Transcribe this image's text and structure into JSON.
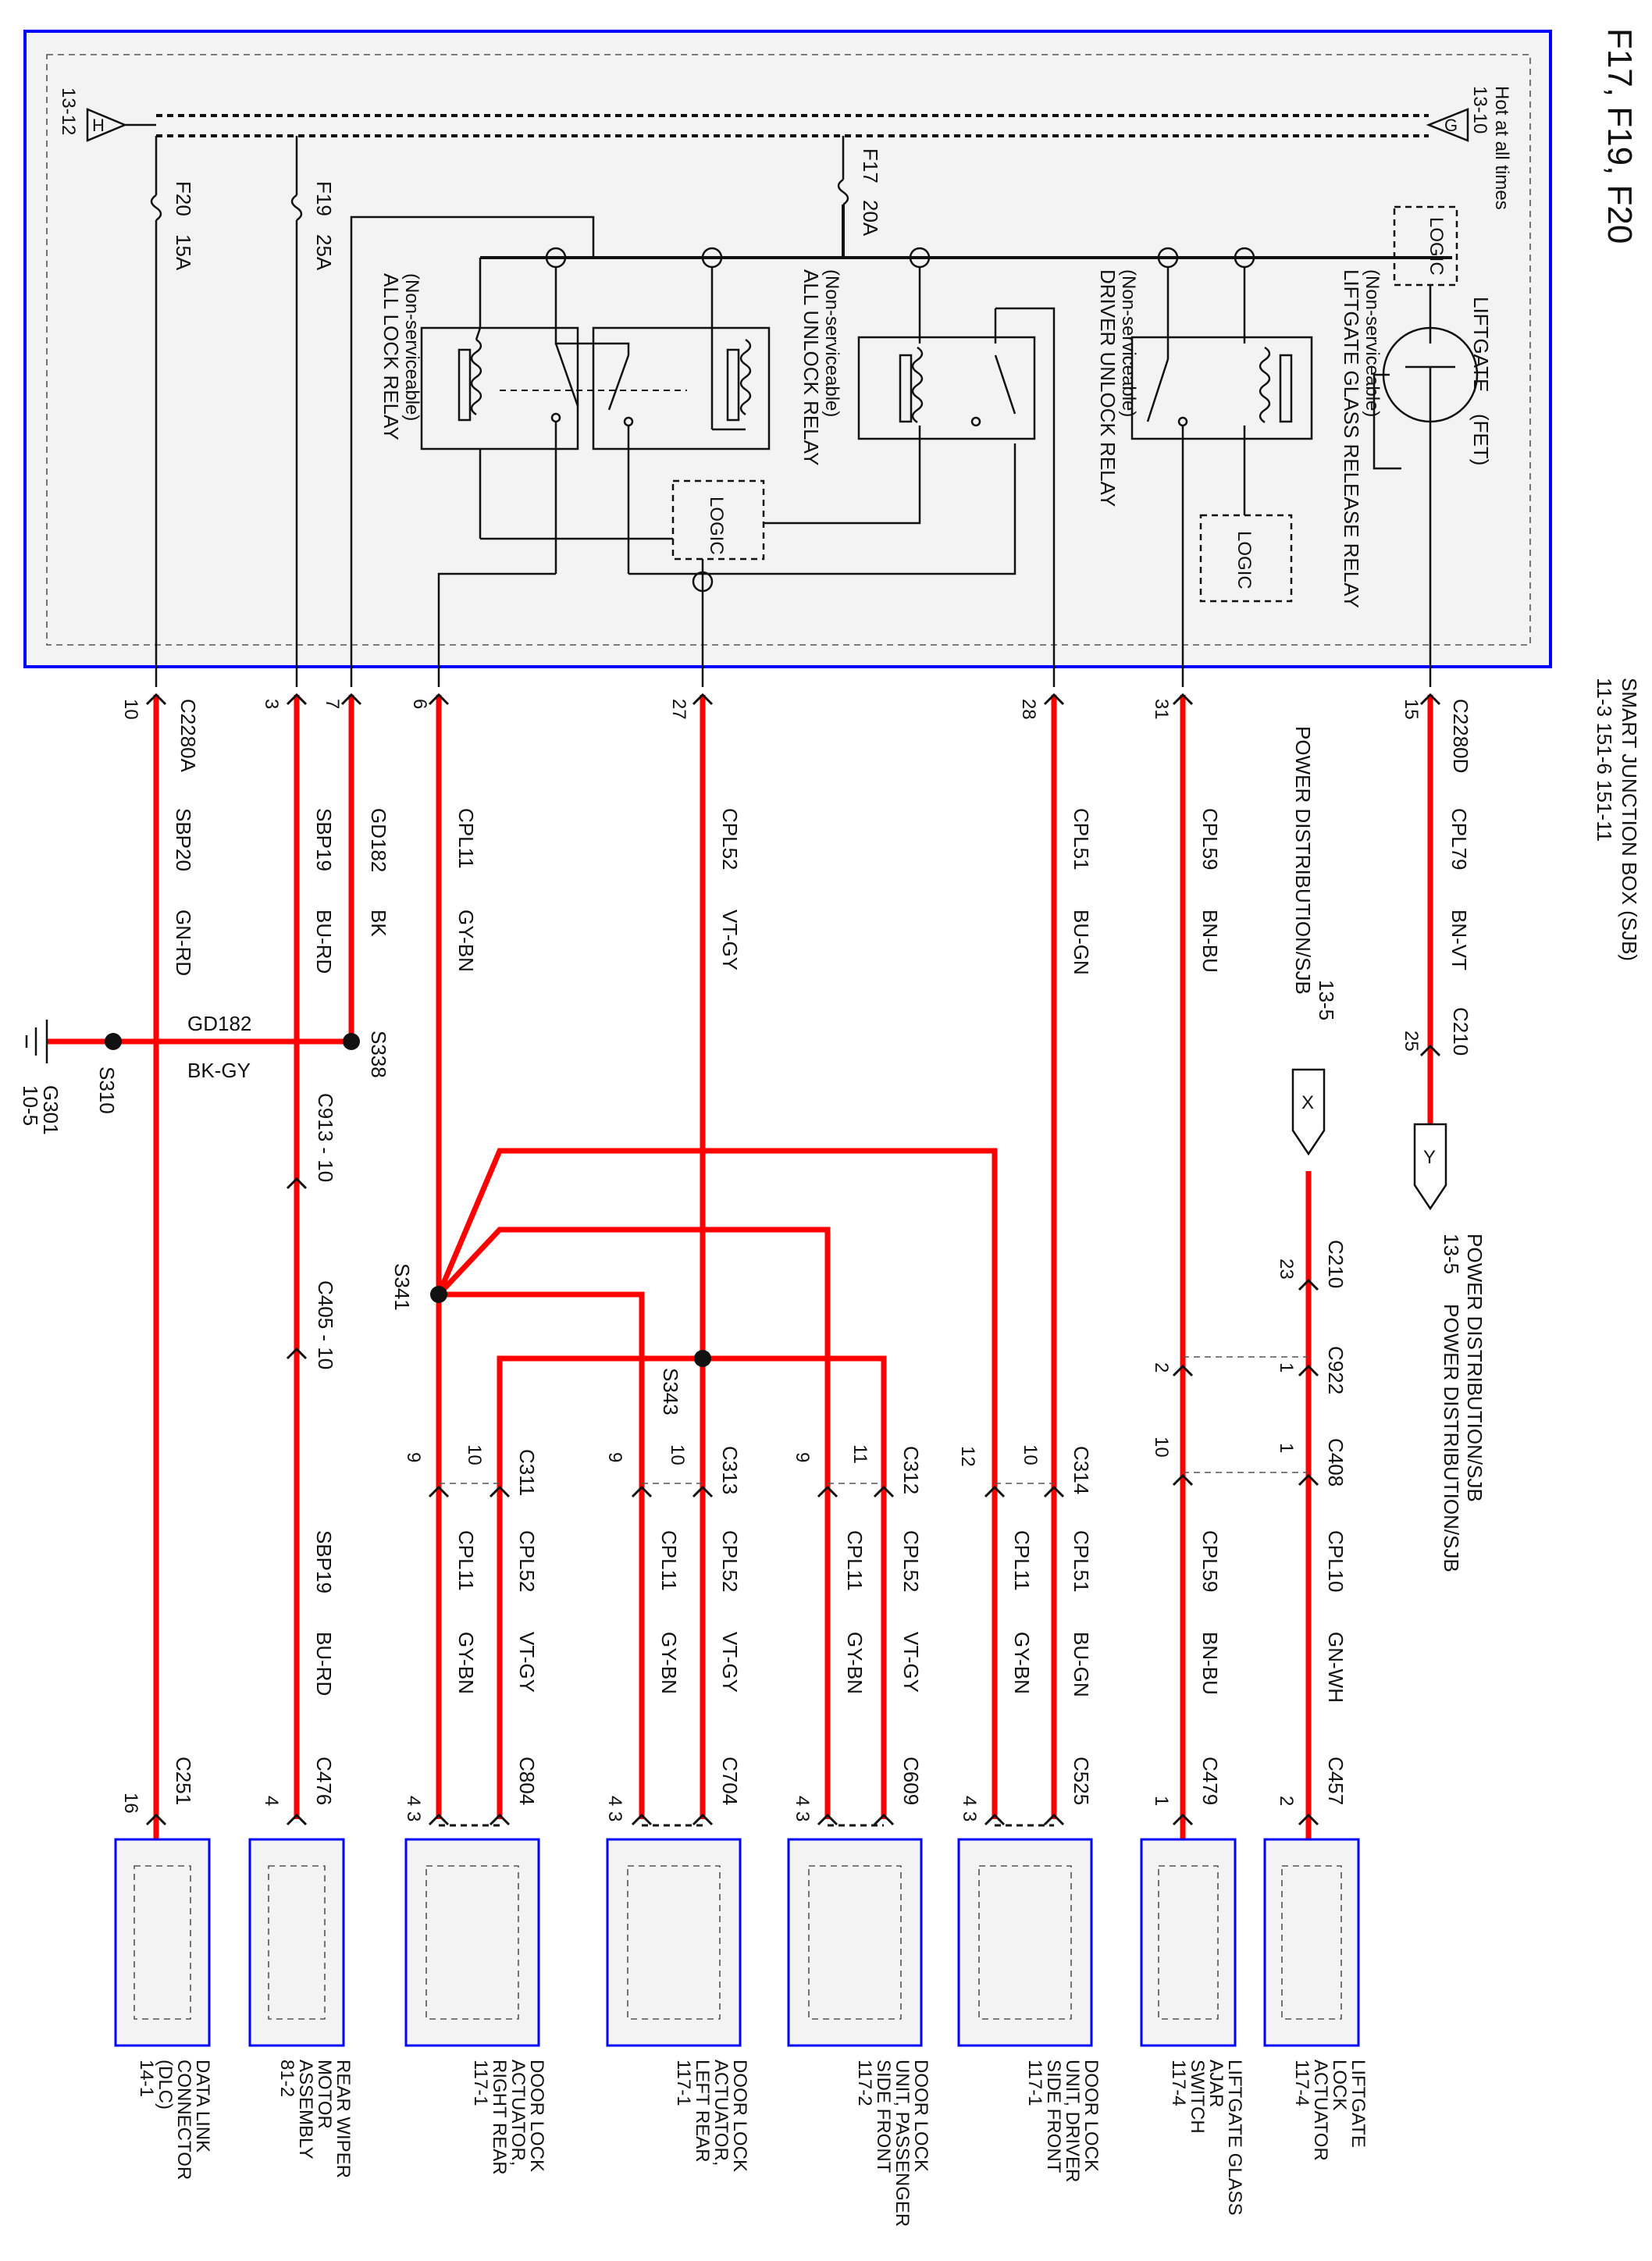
{
  "page_title": "F17, F19, F20",
  "colors": {
    "wire": "#ff0000",
    "box_border": "#0000ff",
    "box_fill": "#f3f3f3",
    "ink": "#111111"
  },
  "sjb": {
    "label": "SMART JUNCTION BOX (SJB)",
    "refs": "11-3 151-6  151-11",
    "hot_label": "Hot at all times",
    "hot_ref": "13-10",
    "hot_letter": "G",
    "end_ref": "13-12",
    "end_letter": "H",
    "connector_a": "C2280A",
    "connector_d": "C2280D"
  },
  "fuses": [
    {
      "id": "F20",
      "amps": "15A"
    },
    {
      "id": "F19",
      "amps": "25A"
    },
    {
      "id": "F17",
      "amps": "20A"
    }
  ],
  "relays": {
    "liftgate_glass": {
      "line1": "LIFTGATE GLASS RELEASE RELAY",
      "line2": "(Non-serviceable)"
    },
    "driver_unlock": {
      "line1": "DRIVER UNLOCK RELAY",
      "line2": "(Non-serviceable)"
    },
    "all_unlock": {
      "line1": "ALL UNLOCK RELAY",
      "line2": "(Non-serviceable)"
    },
    "all_lock": {
      "line1": "ALL LOCK RELAY",
      "line2": "(Non-serviceable)"
    }
  },
  "fet": {
    "line1": "LIFTGATE",
    "line2": "(FET)"
  },
  "logic_label": "LOGIC",
  "sjb_pins": [
    "15",
    "31",
    "28",
    "27",
    "6",
    "7",
    "3",
    "10"
  ],
  "circuits": {
    "cpl79": {
      "circuit": "CPL79",
      "color": "BN-VT"
    },
    "cpl59": {
      "circuit": "CPL59",
      "color": "BN-BU"
    },
    "cpl51": {
      "circuit": "CPL51",
      "color": "BU-GN"
    },
    "cpl52": {
      "circuit": "CPL52",
      "color": "VT-GY"
    },
    "cpl11": {
      "circuit": "CPL11",
      "color": "GY-BN"
    },
    "gd182": {
      "circuit": "GD182",
      "color": "BK"
    },
    "sbp19": {
      "circuit": "SBP19",
      "color": "BU-RD"
    },
    "sbp20": {
      "circuit": "SBP20",
      "color": "GN-RD"
    },
    "cpl10": {
      "circuit": "CPL10",
      "color": "GN-WH"
    },
    "gd182_h": {
      "circuit": "GD182",
      "color": "BK-GY"
    }
  },
  "power_distribution": {
    "label": "POWER DISTRIBUTION/SJB",
    "ref": "13-5"
  },
  "offpage": {
    "x": "X",
    "y": "Y"
  },
  "ground": {
    "id": "G301",
    "ref": "10-5"
  },
  "splices": {
    "s338": "S338",
    "s310": "S310",
    "s341": "S341",
    "s343": "S343"
  },
  "connectors": {
    "c210_top": {
      "id": "C210",
      "pin": "25"
    },
    "c913": "C913 - 10",
    "c405": "C405 - 10",
    "c210_mid": {
      "id": "C210",
      "pin": "23"
    },
    "c922": {
      "id": "C922",
      "pin_a": "2",
      "pin_b": "1"
    },
    "c408": {
      "id": "C408",
      "pin_a": "10",
      "pin_b": "1"
    },
    "c311": {
      "id": "C311",
      "pin_a": "9",
      "pin_b": "10"
    },
    "c313": {
      "id": "C313",
      "pin_a": "9",
      "pin_b": "10"
    },
    "c312": {
      "id": "C312",
      "pin_a": "9",
      "pin_b": "11"
    },
    "c314": {
      "id": "C314",
      "pin_a": "12",
      "pin_b": "10"
    }
  },
  "components": [
    {
      "connector": "C251",
      "pins": "16",
      "lines": [
        "DATA LINK",
        "CONNECTOR",
        "(DLC)",
        "14-1"
      ]
    },
    {
      "connector": "C476",
      "pins": "4",
      "lines": [
        "REAR WIPER",
        "MOTOR",
        "ASSEMBLY",
        "81-2"
      ]
    },
    {
      "connector": "C804",
      "pins": "4  3",
      "lines": [
        "DOOR LOCK",
        "ACTUATOR,",
        "RIGHT REAR",
        "117-1"
      ]
    },
    {
      "connector": "C704",
      "pins": "4  3",
      "lines": [
        "DOOR LOCK",
        "ACTUATOR,",
        "LEFT REAR",
        "117-1"
      ]
    },
    {
      "connector": "C609",
      "pins": "4  3",
      "lines": [
        "DOOR LOCK",
        "UNIT, PASSENGER",
        "SIDE FRONT",
        "117-2"
      ]
    },
    {
      "connector": "C525",
      "pins": "4  3",
      "lines": [
        "DOOR LOCK",
        "UNIT, DRIVER",
        "SIDE FRONT",
        "117-1"
      ]
    },
    {
      "connector": "C479",
      "pins": "1",
      "lines": [
        "LIFTGATE GLASS",
        "AJAR",
        "SWITCH",
        "117-4"
      ]
    },
    {
      "connector": "C457",
      "pins": "2",
      "lines": [
        "LIFTGATE",
        "LOCK",
        "ACTUATOR",
        "117-4"
      ]
    }
  ]
}
